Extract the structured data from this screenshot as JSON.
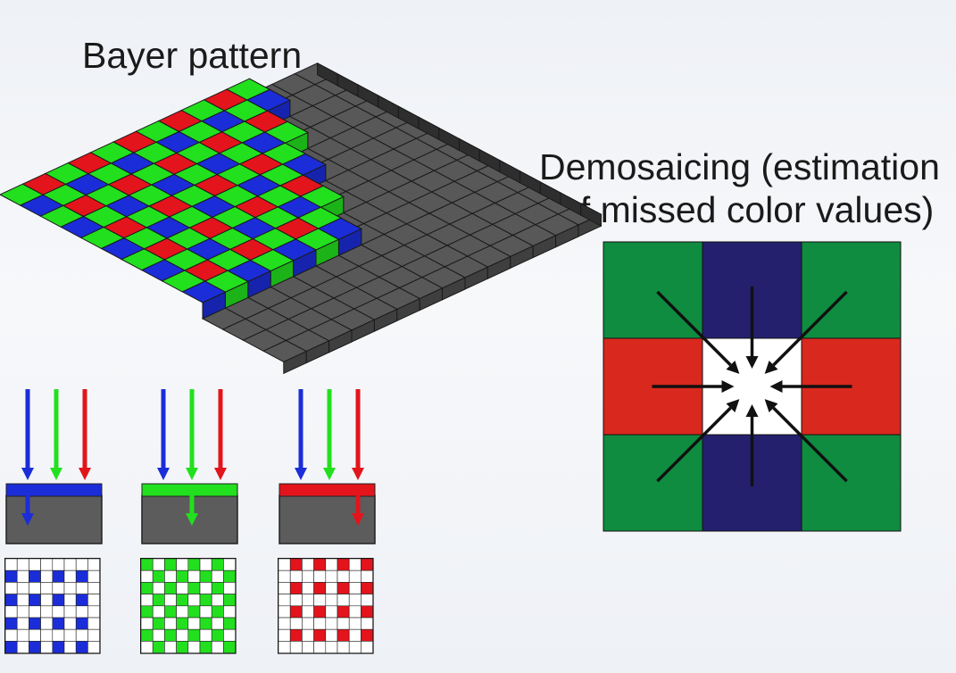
{
  "left_title": "Bayer pattern",
  "right_title_line1": "Demosaicing (estimation",
  "right_title_line2": "of missed color values)",
  "colors": {
    "blue": "#1b2dd8",
    "green": "#22e01e",
    "red": "#e3141c",
    "gray": "#5c5c5c",
    "demo_green": "#0f8c40",
    "demo_blue": "#24206e",
    "demo_red": "#d9281e"
  },
  "filters": [
    {
      "name": "blue-filter",
      "color": "#1b2dd8",
      "passes": "blue"
    },
    {
      "name": "green-filter",
      "color": "#22e01e",
      "passes": "green"
    },
    {
      "name": "red-filter",
      "color": "#e3141c",
      "passes": "red"
    }
  ]
}
